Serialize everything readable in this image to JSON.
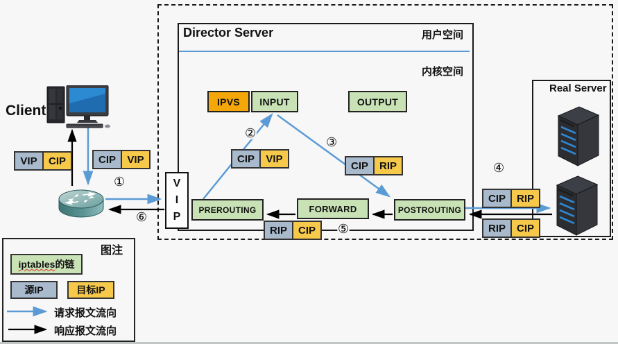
{
  "colors": {
    "source_ip_fill": "#a8bacc",
    "dest_ip_fill": "#f7c94b",
    "iptables_chain_fill": "#c8e2b6",
    "ipvs_fill": "#f5a70a",
    "request_arrow": "#5b9bd5",
    "response_arrow": "#000000"
  },
  "icons": {
    "client": "desktop-computer-icon",
    "router": "router-icon",
    "real_server": "server-tower-icon"
  },
  "client": {
    "label": "Client"
  },
  "director": {
    "title": "Director Server",
    "user_space_label": "用户空间",
    "kernel_space_label": "内核空间",
    "ipvs_label": "IPVS",
    "input_label": "INPUT",
    "output_label": "OUTPUT",
    "prerouting_label": "PREROUTING",
    "forward_label": "FORWARD",
    "postrouting_label": "POSTROUTING",
    "vip_letters": [
      "V",
      "I",
      "P"
    ]
  },
  "real_server": {
    "title": "Real Server"
  },
  "pairs": {
    "vip_cip": {
      "left": "VIP",
      "right": "CIP"
    },
    "cip_vip_client": {
      "left": "CIP",
      "right": "VIP"
    },
    "cip_vip_director": {
      "left": "CIP",
      "right": "VIP"
    },
    "cip_rip_director": {
      "left": "CIP",
      "right": "RIP"
    },
    "cip_rip_realserver": {
      "left": "CIP",
      "right": "RIP"
    },
    "rip_cip_realserver": {
      "left": "RIP",
      "right": "CIP"
    },
    "rip_cip_bottom": {
      "left": "RIP",
      "right": "CIP"
    }
  },
  "steps": [
    "①",
    "②",
    "③",
    "④",
    "⑤",
    "⑥"
  ],
  "legend": {
    "title": "图注",
    "chain_word": "iptables",
    "chain_suffix": "的链",
    "source_ip_label": "源IP",
    "dest_ip_label": "目标IP",
    "request_flow_label": "请求报文流向",
    "response_flow_label": "响应报文流向"
  }
}
